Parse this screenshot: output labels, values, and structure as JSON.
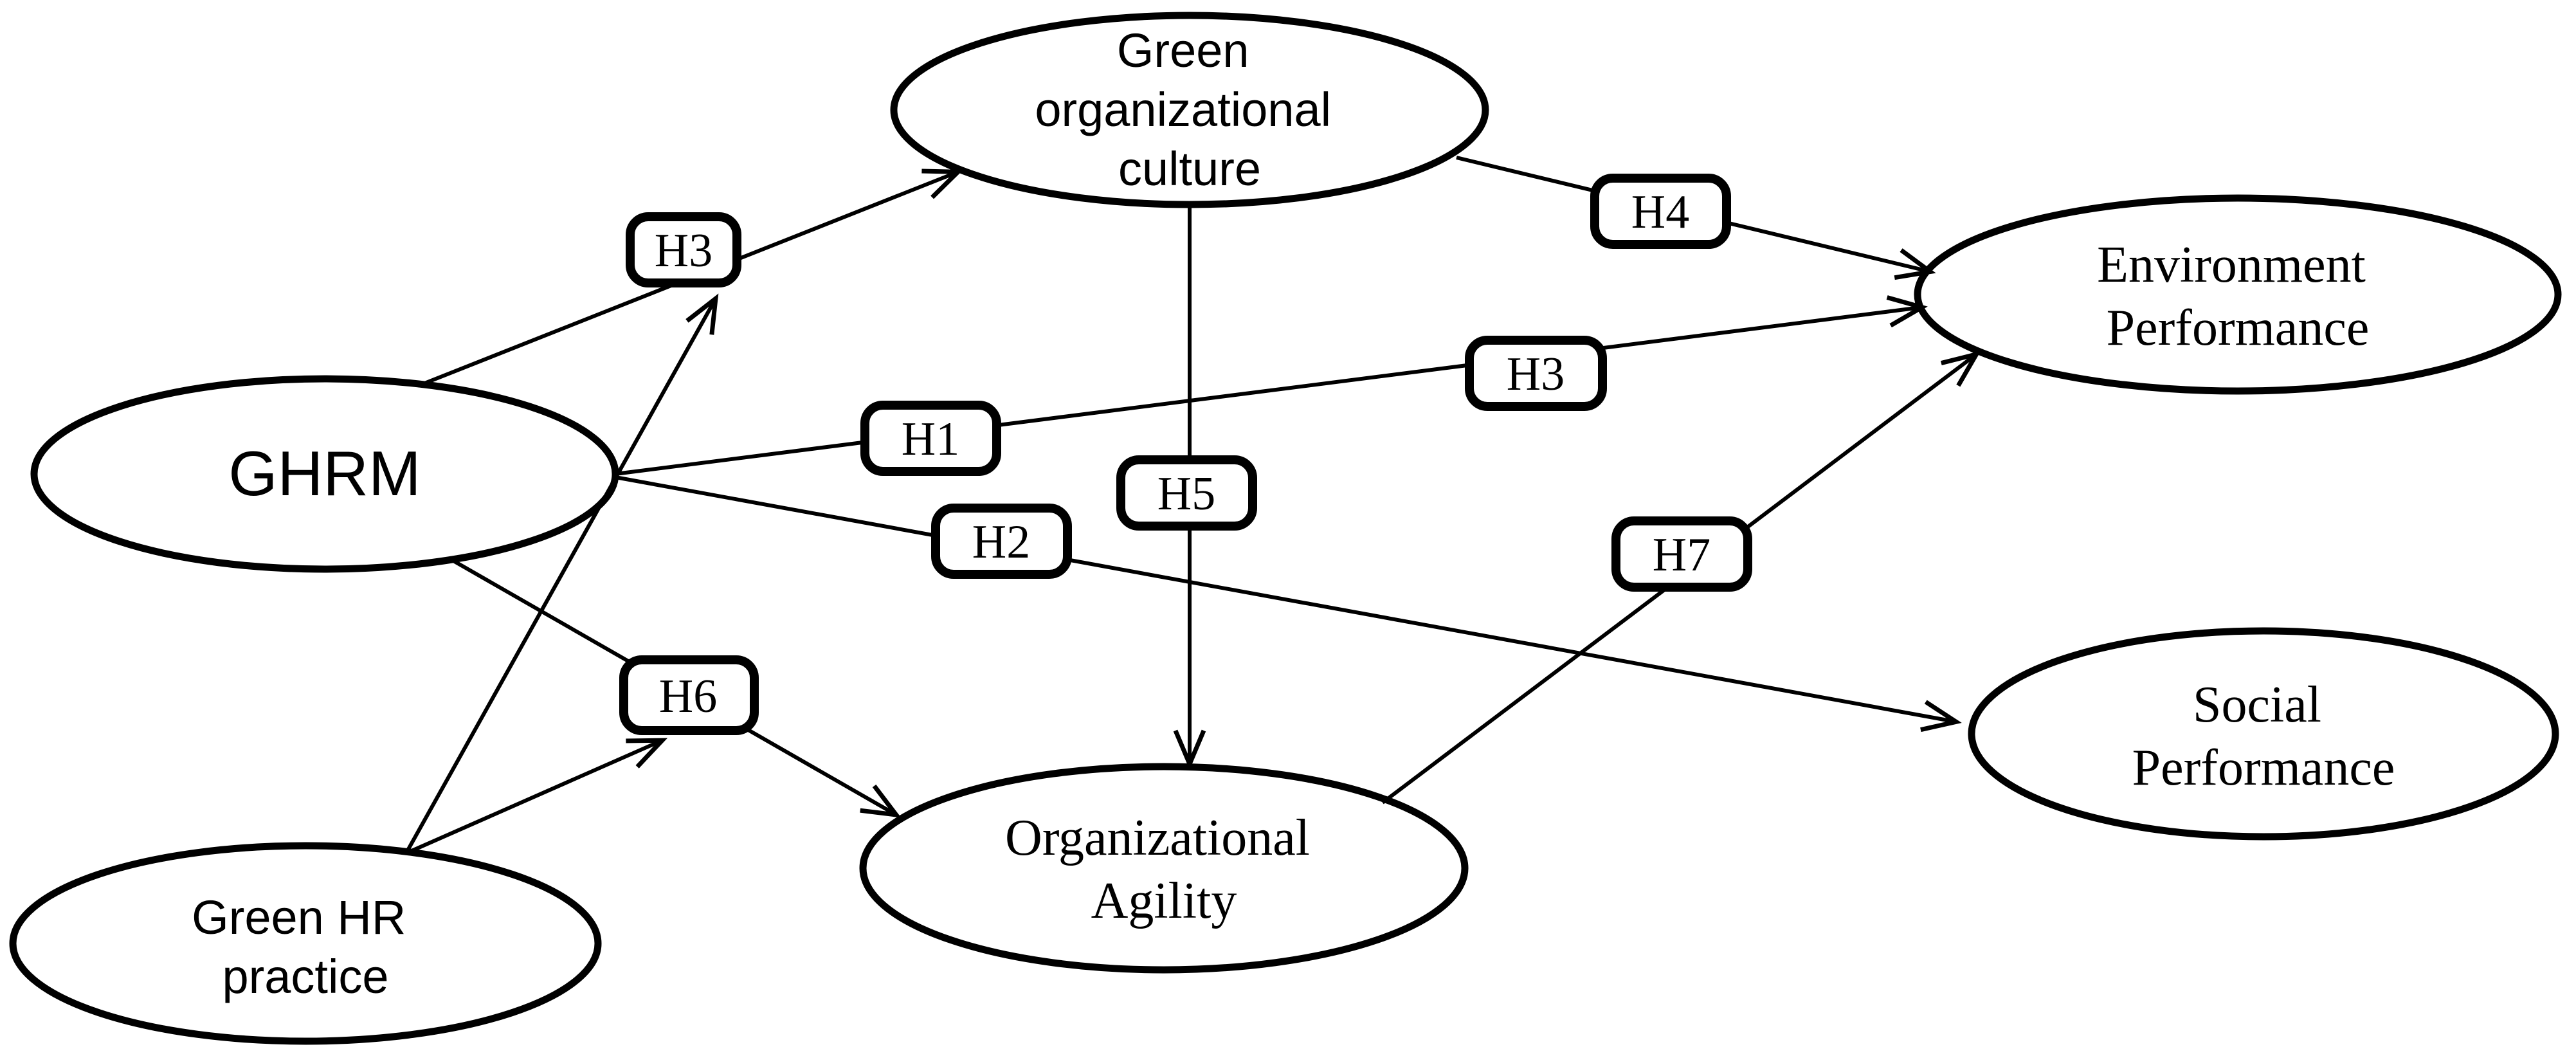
{
  "diagram": {
    "background_color": "#ffffff",
    "ink_color": "#000000",
    "nodes": [
      {
        "id": "ghrm",
        "lines": [
          "GHRM"
        ]
      },
      {
        "id": "green-organizational-culture",
        "lines": [
          "Green",
          "organizational",
          "culture"
        ]
      },
      {
        "id": "green-hr-practice",
        "lines": [
          "Green HR",
          "practice"
        ]
      },
      {
        "id": "organizational-agility",
        "lines": [
          "Organizational",
          "Agility"
        ]
      },
      {
        "id": "environment-performance",
        "lines": [
          "Environment",
          "Performance"
        ]
      },
      {
        "id": "social-performance",
        "lines": [
          "Social",
          "Performance"
        ]
      }
    ],
    "hypothesis_labels": [
      {
        "id": "h3-upper",
        "text": "H3"
      },
      {
        "id": "h1",
        "text": "H1"
      },
      {
        "id": "h2",
        "text": "H2"
      },
      {
        "id": "h5",
        "text": "H5"
      },
      {
        "id": "h4",
        "text": "H4"
      },
      {
        "id": "h3-middle",
        "text": "H3"
      },
      {
        "id": "h7",
        "text": "H7"
      },
      {
        "id": "h6",
        "text": "H6"
      }
    ],
    "edges": [
      {
        "from": "GHRM",
        "to": "Green organizational culture",
        "label": "H3"
      },
      {
        "from": "GHRM",
        "to": "Environment Performance",
        "labels": [
          "H1",
          "H3"
        ]
      },
      {
        "from": "GHRM",
        "to": "Social Performance",
        "label": "H2"
      },
      {
        "from": "Green organizational culture",
        "to": "Environment Performance",
        "label": "H4"
      },
      {
        "from": "Green organizational culture",
        "to": "Organizational Agility",
        "label": "H5"
      },
      {
        "from": "GHRM",
        "to": "Organizational Agility",
        "label": "H6"
      },
      {
        "from": "Organizational Agility",
        "to": "Environment Performance",
        "label": "H7"
      },
      {
        "from": "Green HR practice",
        "to": "H3 label box (toward Green organizational culture)"
      },
      {
        "from": "Green HR practice",
        "to": "H6 label box (toward Organizational Agility)"
      }
    ]
  }
}
